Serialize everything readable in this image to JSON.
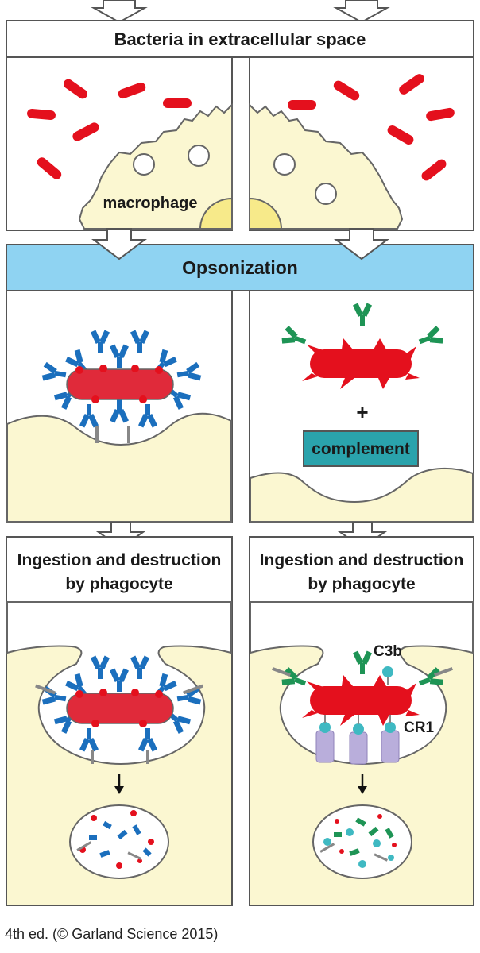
{
  "header": {
    "title": "Bacteria in extracellular space"
  },
  "labels": {
    "macrophage": "macrophage",
    "opsonization": "Opsonization",
    "plus": "+",
    "complement": "complement",
    "ingestion_line1": "Ingestion and destruction",
    "ingestion_line2": "by phagocyte",
    "c3b": "C3b",
    "cr1": "CR1"
  },
  "caption": "4th ed. (© Garland Science 2015)",
  "colors": {
    "bacterium_red": "#e4101d",
    "bacterium_body_red": "#e02a3a",
    "antibody_blue": "#1b6fbd",
    "complement_green": "#1e9455",
    "c3b_cyan": "#3fb9c2",
    "cr1_lavender": "#b9aedb",
    "cell_cream": "#fbf7d1",
    "nucleus_yellow": "#f7ea8a",
    "opsonization_band": "#8fd3f2",
    "complement_box": "#2aa3ac"
  }
}
